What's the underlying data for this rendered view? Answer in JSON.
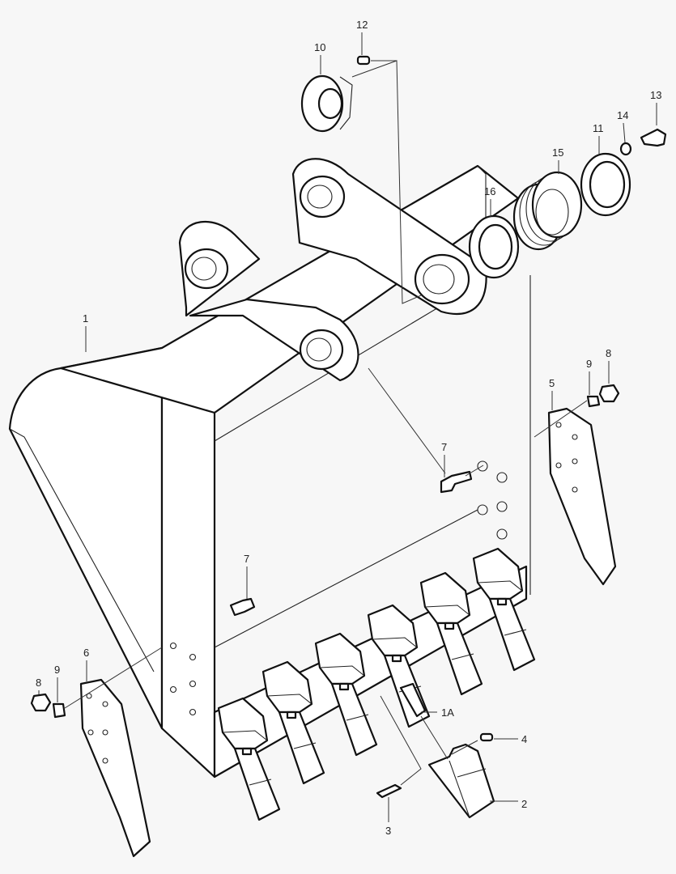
{
  "diagram": {
    "background": "#f7f7f7",
    "callouts": {
      "c12": "12",
      "c10": "10",
      "c13": "13",
      "c14": "14",
      "c11": "11",
      "c15": "15",
      "c16": "16",
      "c1": "1",
      "c9r": "9",
      "c8r": "8",
      "c5": "5",
      "c7r": "7",
      "c7l": "7",
      "c6": "6",
      "c9l": "9",
      "c8l": "8",
      "c1a": "1A",
      "c4": "4",
      "c2": "2",
      "c3": "3"
    }
  }
}
